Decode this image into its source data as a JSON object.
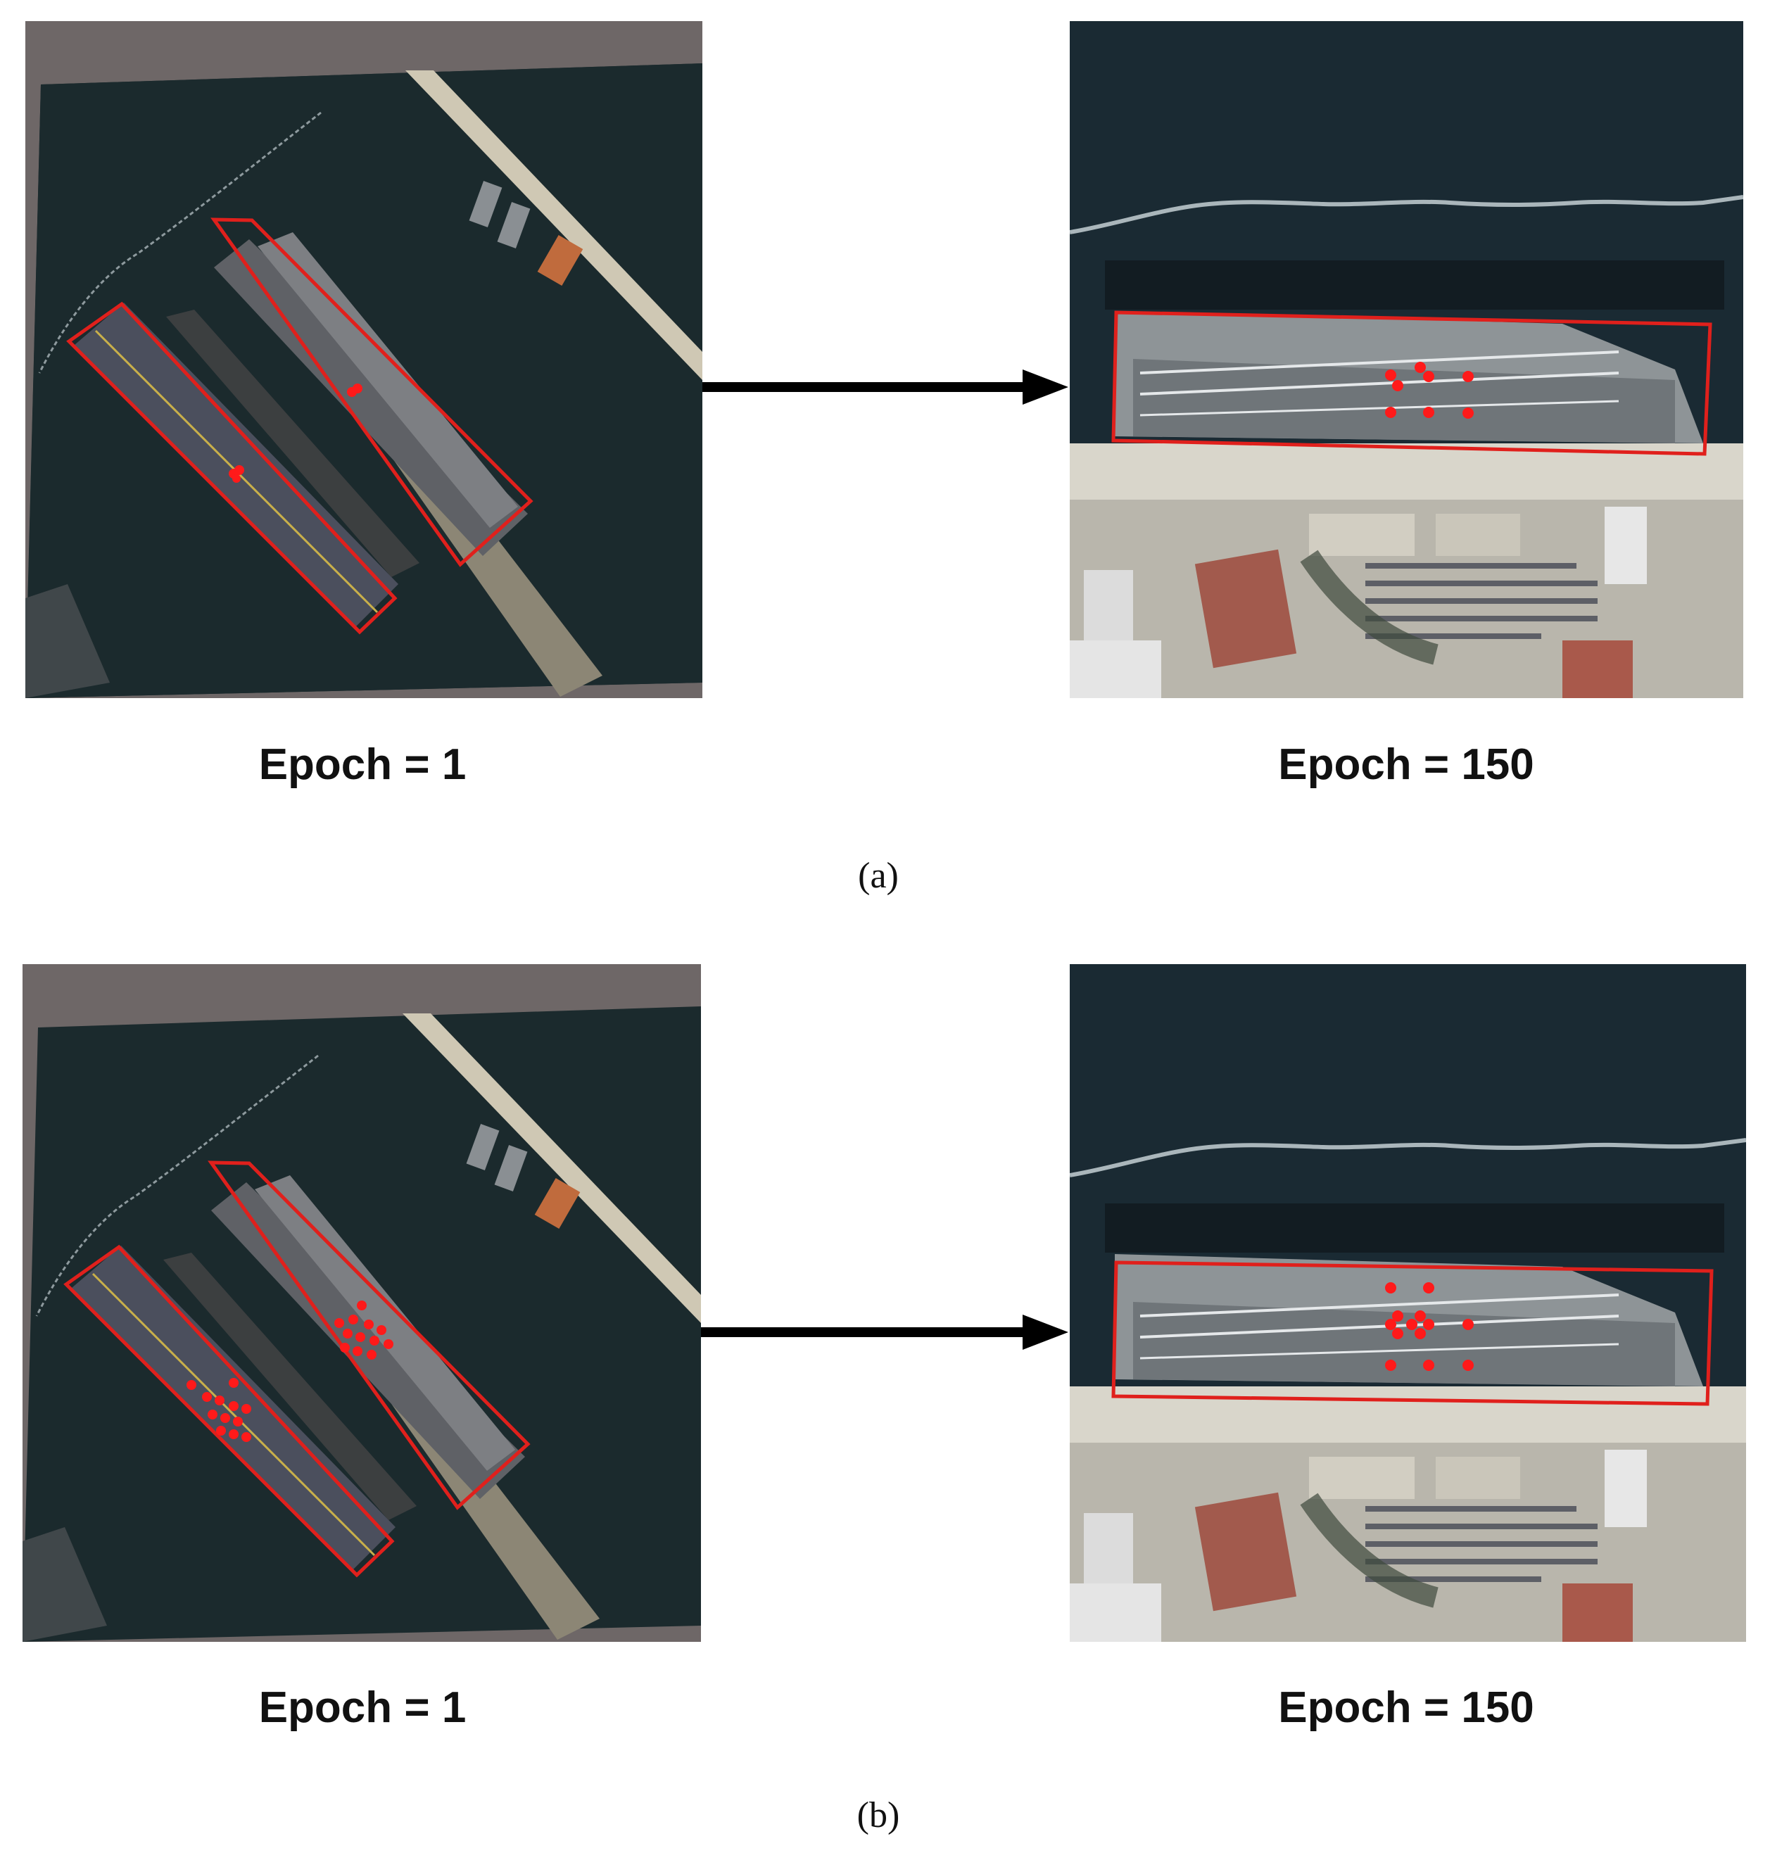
{
  "rows": [
    {
      "left_label": "Epoch = 1",
      "right_label": "Epoch = 150",
      "sublabel": "(a)"
    },
    {
      "left_label": "Epoch = 1",
      "right_label": "Epoch = 150",
      "sublabel": "(b)"
    }
  ],
  "colors": {
    "box": "#e0201c",
    "point": "#ff1a1a",
    "water": "#1a2a2e",
    "arrow": "#000000"
  }
}
